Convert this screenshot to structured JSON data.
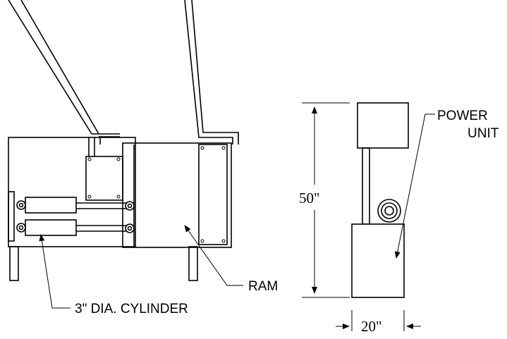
{
  "labels": {
    "power_unit_line1": "POWER",
    "power_unit_line2": "UNIT",
    "ram": "RAM",
    "cylinder": "3\" DIA. CYLINDER"
  },
  "dimensions": {
    "height": "50\"",
    "width": "20\""
  }
}
